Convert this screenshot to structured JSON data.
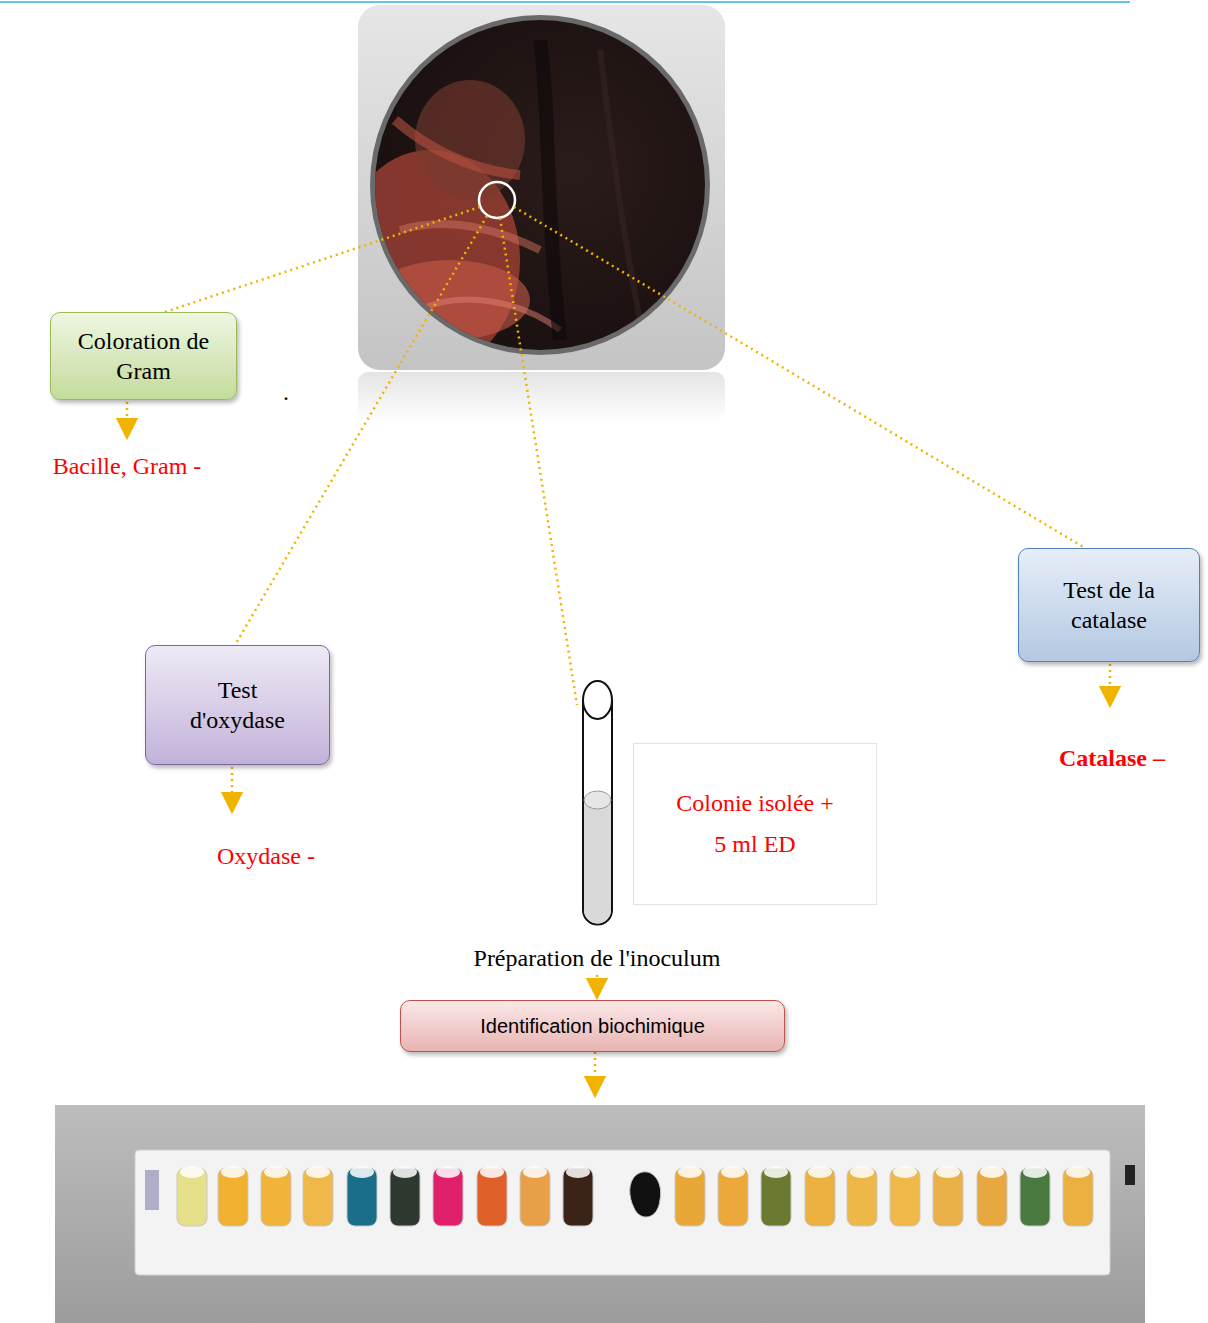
{
  "diagram": {
    "nodes": [
      {
        "text": [
          "Coloration de Gram"
        ]
      },
      {
        "text": [
          "Test de la catalase"
        ]
      },
      {
        "text": [
          "Test d'oxydase"
        ]
      },
      {
        "text": [
          "Colonie isolée + 5 ml ED"
        ]
      },
      {
        "text": [
          "Identification biochimique"
        ]
      }
    ],
    "labels": [
      ".",
      "Bacille, Gram -",
      "Catalase –",
      "Oxydase -",
      "Préparation de l'inoculum"
    ]
  }
}
